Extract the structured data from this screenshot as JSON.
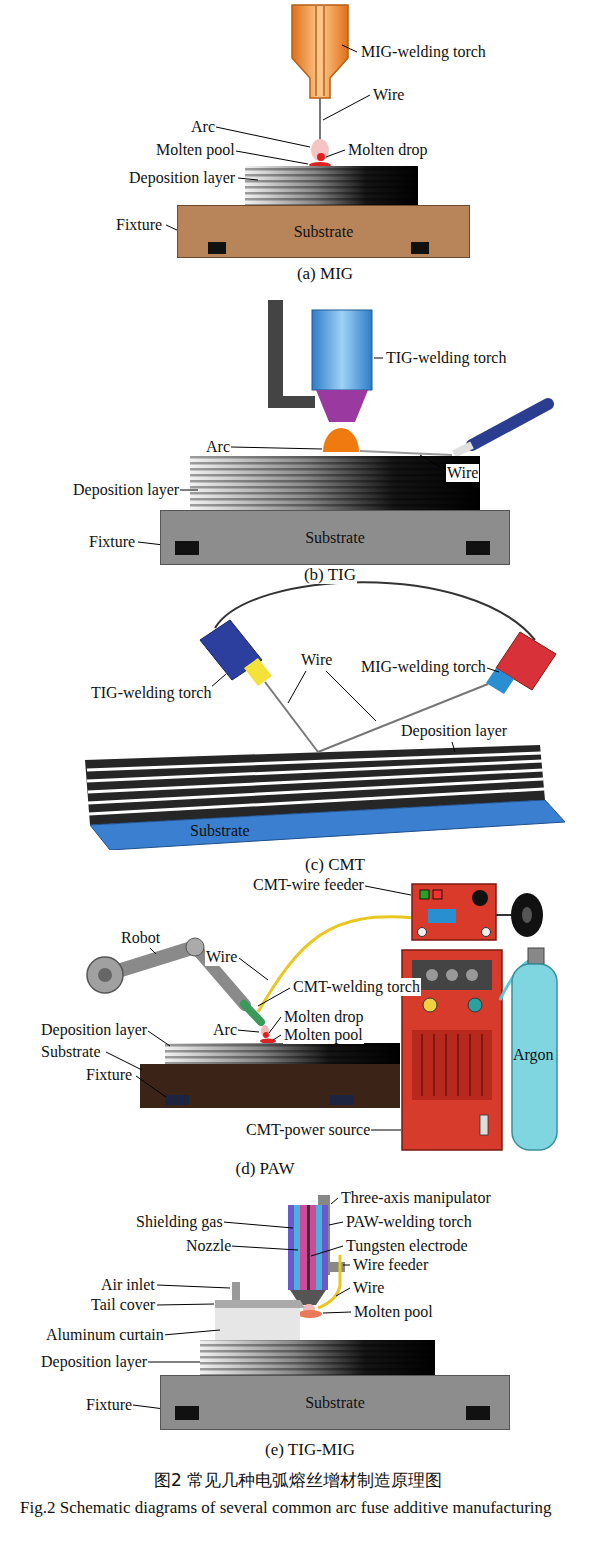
{
  "diagram": {
    "caption": "图2 常见几种电弧熔丝增材制造原理图",
    "nodes": [
      {
        "text": [
          "Substrate"
        ]
      },
      {
        "text": [
          "Substrate"
        ]
      },
      {
        "text": [
          "Substrate"
        ]
      },
      {
        "text": [
          "Substrate"
        ]
      }
    ],
    "labels": [
      "MIG-welding torch",
      "Wire",
      "Arc",
      "Molten pool",
      "Molten drop",
      "Deposition layer",
      "Fixture",
      "(a) MIG",
      "TIG-welding torch",
      "Arc",
      "Wire",
      "Deposition layer",
      "Fixture",
      "(b) TIG",
      "Wire",
      "TIG-welding torch",
      "MIG-welding torch",
      "Deposition layer",
      "(c) CMT",
      "CMT-wire feeder",
      "Robot",
      "Wire",
      "CMT-welding torch",
      "Molten drop",
      "Arc",
      "Molten pool",
      "Deposition layer",
      "Substrate",
      "Fixture",
      "Argon",
      "CMT-power source",
      "(d) PAW",
      "Three-axis manipulator",
      "Shielding gas",
      "PAW-welding torch",
      "Nozzle",
      "Tungsten electrode",
      "Air inlet",
      "Wire feeder",
      "Tail cover",
      "Wire",
      "Aluminum curtain",
      "Molten pool",
      "Deposition layer",
      "Fixture",
      "(e) TIG-MIG",
      "Fig.2 Schematic diagrams of several common arc fuse additive manufacturing"
    ]
  }
}
